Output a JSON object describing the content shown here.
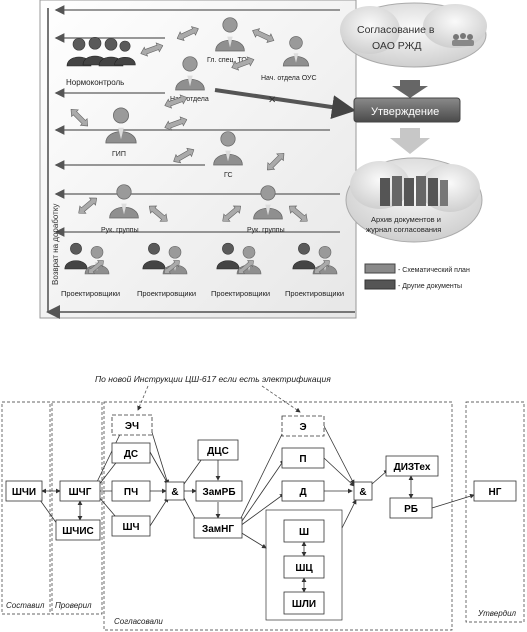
{
  "top": {
    "approval_text_line1": "Согласование в",
    "approval_text_line2": "ОАО РЖД",
    "approve_label": "Утверждение",
    "archive_line1": "Архив документов и",
    "archive_line2": "журнал согласования",
    "normokontrol": "Нормоконтроль",
    "gl_spec_to": "Гл. спец. ТО",
    "nach_otdela_ous": "Нач. отдела ОУС",
    "nach_otdela": "Нач. отдела",
    "gip": "ГИП",
    "gs": "ГС",
    "ruk_gruppy_1": "Рук. группы",
    "ruk_gruppy_2": "Рук. группы",
    "proektirovshchiki": [
      "Проектировщики",
      "Проектировщики",
      "Проектировщики",
      "Проектировщики"
    ],
    "vertical_label": "Возврат на доработку",
    "legend": [
      {
        "label": "- Схематический план",
        "color": "#8a8a8a"
      },
      {
        "label": "- Другие документы",
        "color": "#555555"
      }
    ]
  },
  "bottom": {
    "header": "По новой Инструкции ЦШ-617 если есть электрификация",
    "groups": {
      "sostavil": "Составил",
      "proveril": "Проверил",
      "soglasovali": "Согласовали",
      "utverdil": "Утвердил"
    },
    "nodes": {
      "shchi": "ШЧИ",
      "shchg": "ШЧГ",
      "shchis": "ШЧИС",
      "ech": "ЭЧ",
      "ds": "ДС",
      "pch": "ПЧ",
      "shch": "ШЧ",
      "amp1": "&",
      "dcs": "ДЦС",
      "zamrb": "ЗамРБ",
      "zamng": "ЗамНГ",
      "e": "Э",
      "p": "П",
      "d": "Д",
      "sh": "Ш",
      "shc": "ШЦ",
      "shli": "ШЛИ",
      "amp2": "&",
      "diztekh": "ДИЗТех",
      "rb": "РБ",
      "ng": "НГ"
    }
  }
}
